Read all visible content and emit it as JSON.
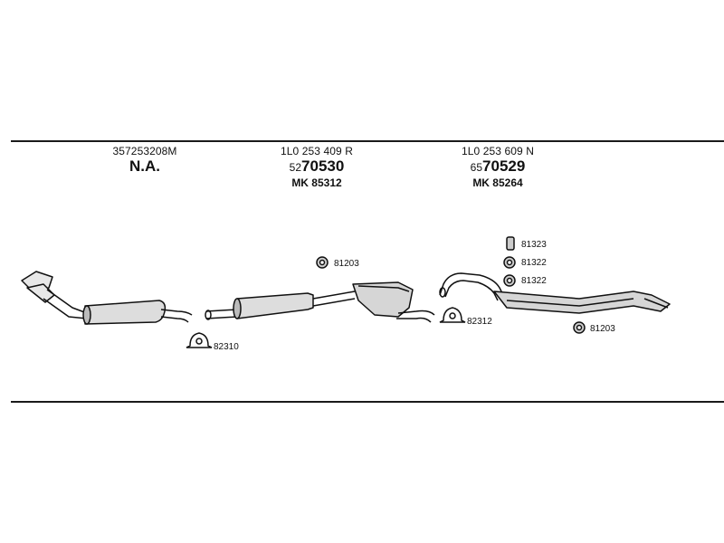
{
  "groups": [
    {
      "ref": "357253208M",
      "number_prefix": "",
      "number_main": "N.A.",
      "mk": ""
    },
    {
      "ref": "1L0 253 409 R",
      "number_prefix": "52",
      "number_main": "70530",
      "mk": "MK  85312"
    },
    {
      "ref": "1L0 253 609 N",
      "number_prefix": "65",
      "number_main": "70529",
      "mk": "MK  85264"
    }
  ],
  "parts": {
    "clamp_82310": "82310",
    "clamp_82312": "82312",
    "mount_81203_a": "81203",
    "mount_81203_b": "81203",
    "mount_81323": "81323",
    "mount_81322_a": "81322",
    "mount_81322_b": "81322"
  }
}
